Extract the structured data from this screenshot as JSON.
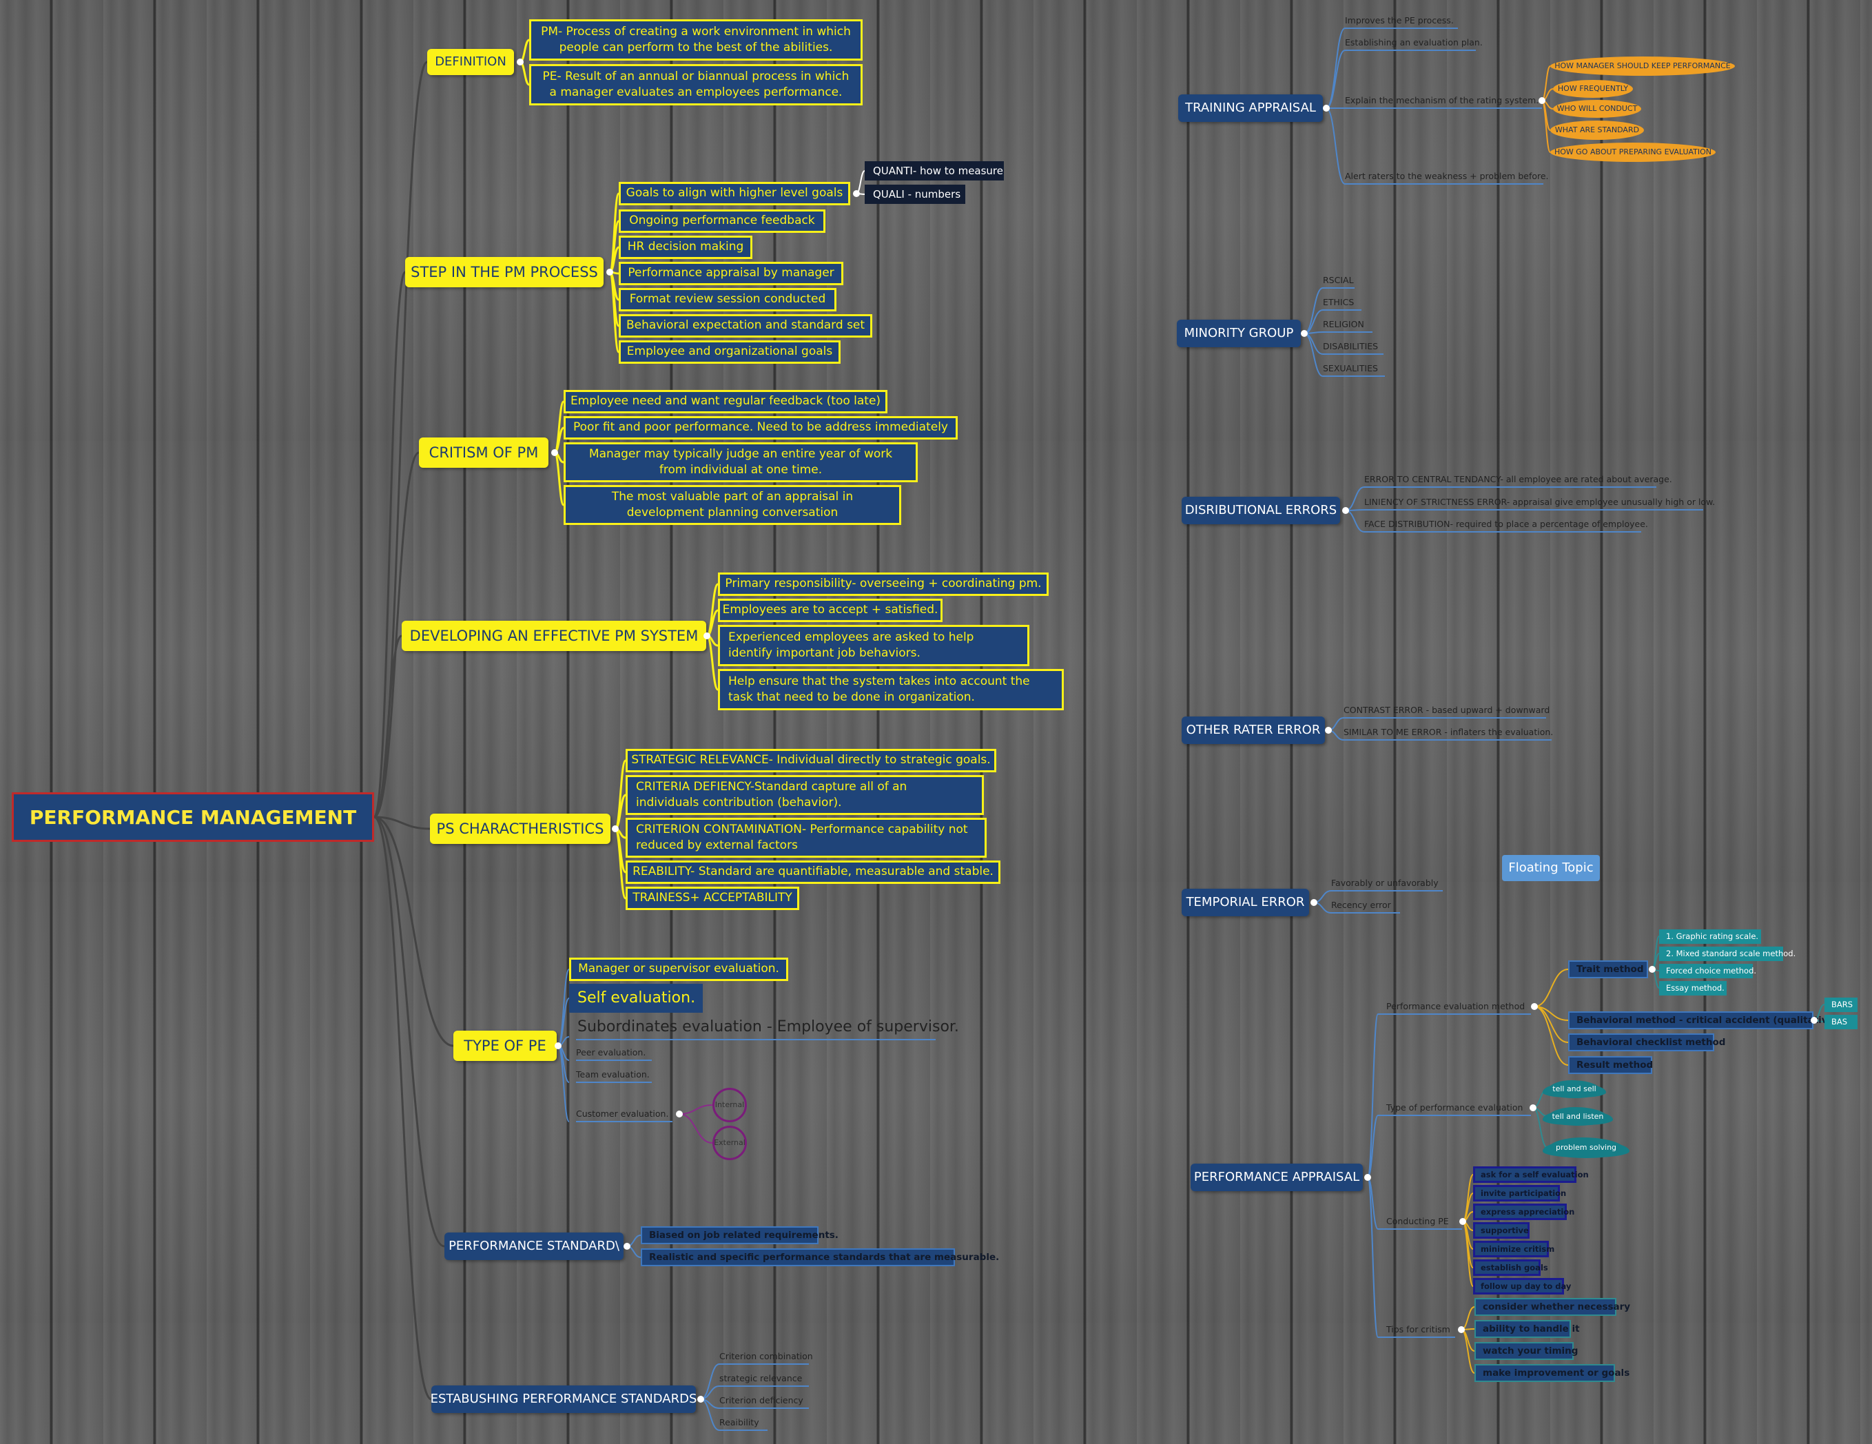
{
  "central": "PERFORMANCE MANAGEMENT",
  "floating_topic": "Floating Topic",
  "left": {
    "definition": {
      "title": "DEFINITION",
      "items": [
        "PM- Process of creating a work environment in which people can perform to the best of the abilities.",
        "PE- Result of an annual or biannual process in which a manager evaluates an employees performance."
      ]
    },
    "steps": {
      "title": "STEP IN THE PM PROCESS",
      "items": [
        "Goals to align with higher level goals",
        "Ongoing performance feedback",
        "HR decision making",
        "Performance appraisal by manager",
        "Format review session conducted",
        "Behavioral expectation and standard set",
        "Employee and organizational goals"
      ],
      "goal_children": [
        "QUANTI- how to measure",
        "QUALI - numbers"
      ]
    },
    "critism": {
      "title": "CRITISM OF PM",
      "items": [
        "Employee need and want regular feedback (too late)",
        "Poor fit and poor performance. Need to be address immediately",
        "Manager may typically judge an entire year of work from individual at one time.",
        "The most valuable part of an appraisal in development planning conversation"
      ]
    },
    "developing": {
      "title": "DEVELOPING AN EFFECTIVE PM SYSTEM",
      "items": [
        "Primary responsibility- overseeing + coordinating pm.",
        "Employees are to accept + satisfied.",
        "Experienced employees are asked to help identify important job behaviors.",
        "Help ensure that the system takes into account the task that need to be done in organization."
      ]
    },
    "ps": {
      "title": "PS CHARACTHERISTICS",
      "items": [
        "STRATEGIC RELEVANCE- Individual directly to strategic goals.",
        "CRITERIA DEFIENCY-Standard capture all of an individuals contribution (behavior).",
        "CRITERION CONTAMINATION- Performance capability not reduced by external factors",
        "REABILITY- Standard are quantifiable, measurable and stable.",
        "TRAINESS+ ACCEPTABILITY"
      ]
    },
    "type_pe": {
      "title": "TYPE OF PE",
      "manager": "Manager or supervisor evaluation.",
      "self": "Self evaluation.",
      "subordinates": "Subordinates evaluation - Employee of supervisor.",
      "peer": "Peer evaluation.",
      "team": "Team evaluation.",
      "customer": "Customer evaluation.",
      "internal": "Internal",
      "external": "External"
    },
    "standards": {
      "title": "PERFORMANCE STANDARD\\",
      "items": [
        "Biased on job related requirements.",
        "Realistic and specific performance standards that are measurable."
      ]
    },
    "establishing": {
      "title": "ESTABUSHING PERFORMANCE STANDARDS",
      "items": [
        "Criterion combination",
        "strategic relevance",
        "Criterion deficiency",
        "Reaibility"
      ]
    }
  },
  "right": {
    "training": {
      "title": "TRAINING APPRAISAL",
      "items": [
        "Improves the PE process.",
        "Establishing an evaluation plan.",
        "Explain the mechanism of the rating system.",
        "Alert raters to the weakness + problem before."
      ],
      "mechanism_children": [
        "HOW MANAGER SHOULD KEEP PERFORMANCE",
        "HOW FREQUENTLY",
        "WHO WILL CONDUCT",
        "WHAT ARE STANDARD",
        "HOW GO ABOUT PREPARING EVALUATION"
      ]
    },
    "minority": {
      "title": "MINORITY GROUP",
      "items": [
        "RSCIAL",
        "ETHICS",
        "RELIGION",
        "DISABILITIES",
        "SEXUALITIES"
      ]
    },
    "distributional": {
      "title": "DISRIBUTIONAL ERRORS",
      "items": [
        "ERROR TO CENTRAL TENDANCY- all employee are rated about average.",
        "LINIENCY OF STRICTNESS ERROR- appraisal give employee unusually high or low.",
        "FACE DISTRIBUTION- required to place a percentage of employee."
      ]
    },
    "other_rater": {
      "title": "OTHER RATER ERROR",
      "items": [
        "CONTRAST ERROR - based upward + downward",
        "SIMILAR TO ME ERROR - inflaters the evaluation."
      ]
    },
    "temporal": {
      "title": "TEMPORIAL ERROR",
      "items": [
        "Favorably or unfavorably",
        "Recency error"
      ]
    },
    "appraisal": {
      "title": "PERFORMANCE APPRAISAL",
      "method_label": "Performance evaluation method",
      "trait": "Trait method",
      "trait_children": [
        "1. Graphic rating scale.",
        "2. Mixed standard scale method.",
        "Forced choice method.",
        "Essay method."
      ],
      "behavioral": "Behavioral method - critical accident (qualitative)",
      "behavioral_children": [
        "BARS",
        "BAS"
      ],
      "checklist": "Behavioral checklist method",
      "result": "Result method",
      "type_label": "Type of performance evaluation",
      "types": [
        "tell and sell",
        "tell and listen",
        "problem solving"
      ],
      "conducting_label": "Conducting PE",
      "conducting": [
        "ask for a self evaluation",
        "invite participation",
        "express appreciation",
        "supportive",
        "minimize critism",
        "establish goals",
        "follow up day to day"
      ],
      "tips_label": "Tips for critism",
      "tips": [
        "consider whether necessary",
        "ability to handle it",
        "watch your timing",
        "make improvement or goals"
      ]
    }
  }
}
